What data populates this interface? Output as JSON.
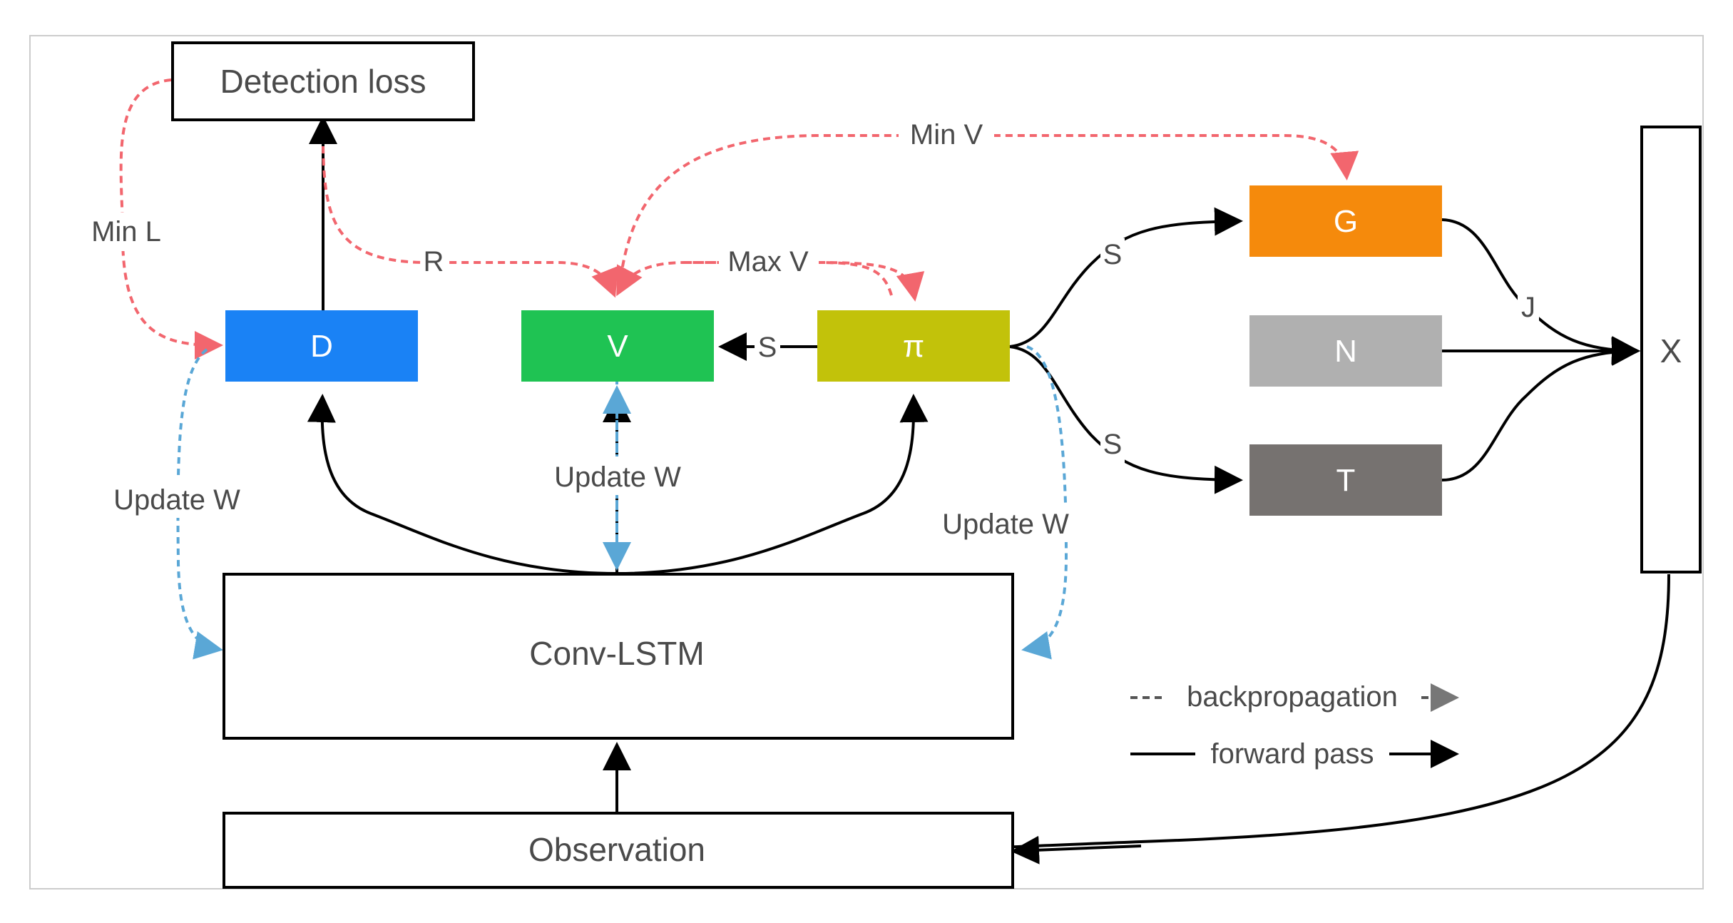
{
  "boxes": {
    "detection_loss": "Detection loss",
    "conv_lstm": "Conv-LSTM",
    "observation": "Observation",
    "x": "X"
  },
  "nodes": {
    "d": {
      "label": "D",
      "color": "#1a82f5"
    },
    "v": {
      "label": "V",
      "color": "#1fc353"
    },
    "pi": {
      "label": "π",
      "color": "#c2c20a"
    },
    "g": {
      "label": "G",
      "color": "#f58a0c"
    },
    "n": {
      "label": "N",
      "color": "#b0b0b0"
    },
    "t": {
      "label": "T",
      "color": "#767270"
    }
  },
  "edge_labels": {
    "min_l": "Min L",
    "min_v": "Min V",
    "max_v": "Max V",
    "r": "R",
    "s_pi_v": "S",
    "s_pi_g": "S",
    "s_pi_t": "S",
    "j": "J",
    "update_w_left": "Update W",
    "update_w_mid": "Update W",
    "update_w_right": "Update W"
  },
  "legend": {
    "backprop": "backpropagation",
    "forward": "forward pass"
  },
  "colors": {
    "backprop_red": "#f2666e",
    "backprop_blue": "#5aa7d6",
    "forward": "#000000"
  }
}
